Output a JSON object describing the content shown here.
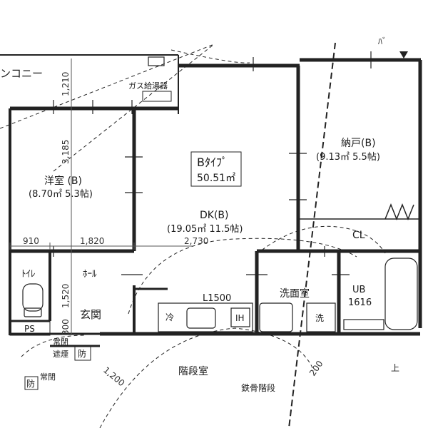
{
  "plan": {
    "type_label": "Bﾀｲﾌﾟ",
    "area": "50.51㎡",
    "balcony": "ンコニー",
    "water_heater": "ガス給湯器",
    "storage_name": "納戸(B)",
    "storage_area": "(9.13㎡ 5.5帖)",
    "western_name": "洋室 (B)",
    "western_area": "(8.70㎡ 5.3帖)",
    "dk_name": "DK(B)",
    "dk_area": "(19.05㎡ 11.5帖)",
    "closet": "CL",
    "toilet": "ﾄｲﾚ",
    "hall": "ﾎｰﾙ",
    "entrance": "玄関",
    "kitchen": "L1500",
    "fridge": "冷",
    "ih": "IH",
    "washroom": "洗面室",
    "washer": "洗",
    "bath_name": "UB",
    "bath_size": "1616",
    "ps": "PS",
    "stairwell": "階段室",
    "door_note_1": "常閉",
    "door_note_2": "遮煙",
    "door_note_3": "常閉",
    "fire_mark": "防",
    "fire_mark_2": "防",
    "corridor": "上",
    "partial_top": "ﾊﾞ",
    "partial_bottom": "鉄骨階段"
  },
  "dimensions": {
    "d1210": "1,210",
    "d3185": "3,185",
    "d910": "910",
    "d1820": "1,820",
    "d2730": "2,730",
    "d1520": "1,520",
    "d300": "300",
    "d1200": "1,200",
    "d200": "200"
  }
}
